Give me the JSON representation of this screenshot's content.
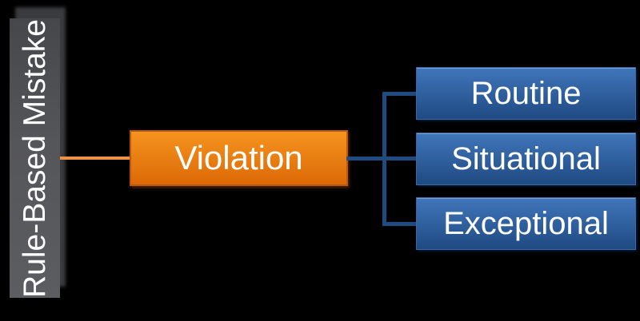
{
  "diagram": {
    "type": "hierarchy",
    "root": {
      "label": "Rule-Based Mistake"
    },
    "center": {
      "label": "Violation"
    },
    "children": [
      {
        "label": "Routine"
      },
      {
        "label": "Situational"
      },
      {
        "label": "Exceptional"
      }
    ]
  },
  "colors": {
    "background": "#000000",
    "bar-top": "#46474B",
    "bar-mid": "#55565A",
    "bar-bottom": "#5C5D61",
    "bar-shadow": "#3A3B3F",
    "orange-top": "#F5941F",
    "orange-bottom": "#DC6906",
    "orange-border": "#BC570B",
    "orange-line": "#EE9144",
    "blue-top": "#4076BB",
    "blue-bottom": "#1F4A82",
    "blue-border": "#39699F",
    "blue-line": "#1F4B80",
    "text": "#FFFFFF"
  }
}
